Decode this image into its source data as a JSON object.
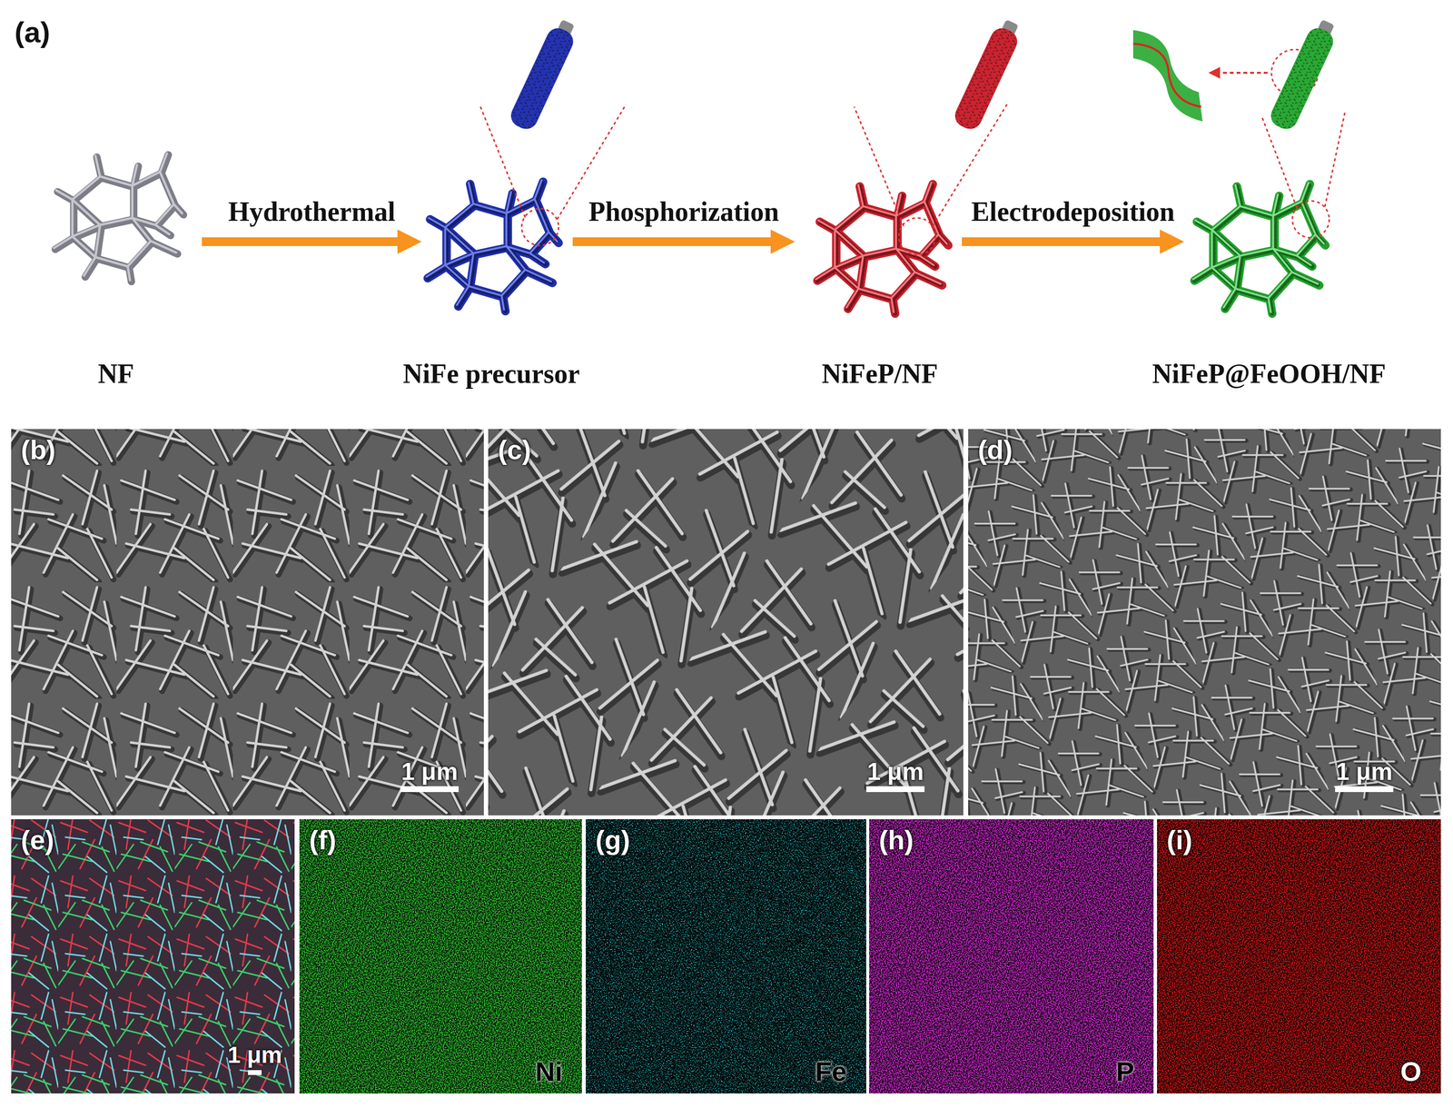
{
  "diagram": {
    "nodes": [
      {
        "text": [
          "NF"
        ]
      },
      {
        "text": [
          "NiFe precursor"
        ]
      },
      {
        "text": [
          "NiFeP/NF"
        ]
      },
      {
        "text": [
          "NiFeP@FeOOH/NF"
        ]
      },
      {
        "text": [
          "(b)",
          "1 μm"
        ]
      },
      {
        "text": [
          "(c)",
          "1 μm"
        ]
      },
      {
        "text": [
          "(d)",
          "1 μm"
        ]
      },
      {
        "text": [
          "(e)",
          "1 μm"
        ]
      },
      {
        "text": [
          "(f)",
          "Ni"
        ]
      },
      {
        "text": [
          "(g)",
          "Fe"
        ]
      },
      {
        "text": [
          "(h)",
          "P"
        ]
      },
      {
        "text": [
          "(i)",
          "O"
        ]
      }
    ],
    "edges": [
      {
        "from": 0,
        "to": 1,
        "arrow": "to",
        "label": "Hydrothermal"
      },
      {
        "from": 1,
        "to": 2,
        "arrow": "to",
        "label": "Phosphorization"
      },
      {
        "from": 2,
        "to": 3,
        "arrow": "to",
        "label": "Electrodeposition"
      }
    ],
    "labels": [
      "(a)"
    ]
  }
}
